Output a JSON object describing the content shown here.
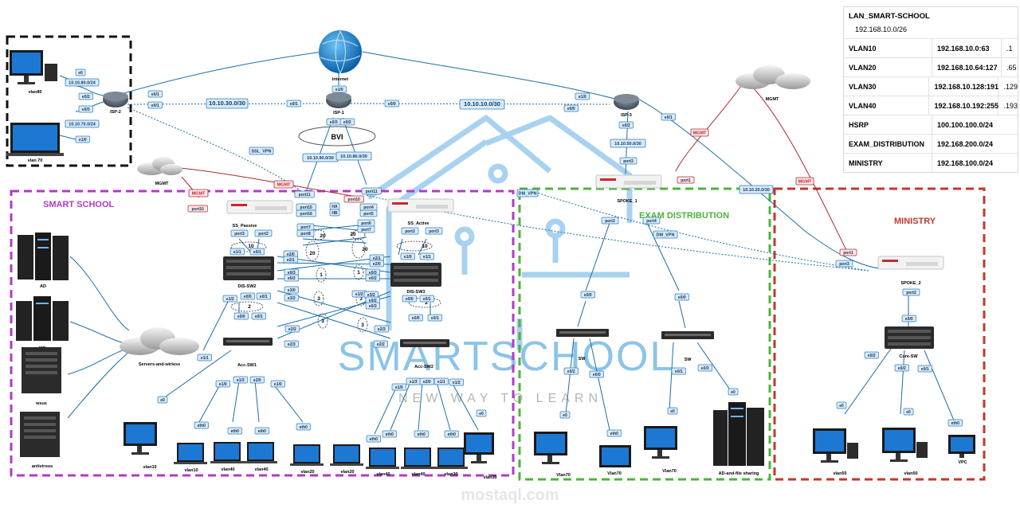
{
  "cloud_labels": {
    "internet": "Internet",
    "mgmt_left": "MGMT",
    "mgmt_right": "MGMT",
    "servers_wireless": "Servers-and-wirless"
  },
  "routers": {
    "isp1": "ISP-1",
    "isp2": "ISP-2",
    "isp3": "ISP-3"
  },
  "firewalls": {
    "spoke1": "SPOKE_1",
    "spoke2": "SPOKE_2"
  },
  "switches": {
    "ss_passive": "SS_Passive",
    "ss_active": "SS_Active",
    "dis_sw2": "DIS-SW2",
    "dis_sw3": "DIS-SW3",
    "acc_sw1": "Acc-SW1",
    "acc_sw2": "Acc-SW2",
    "sw": "SW",
    "core_sw": "Core-SW"
  },
  "links": {
    "isp2_isp1": "10.10.30.0/30",
    "isp1_isp3": "10.10.10.0/30",
    "isp3_spoke1": "10.10.50.0/30",
    "isp1_fw_a": "10.10.90.0/30",
    "isp1_fw_b": "10.10.80.0/30",
    "isp3_spoke2": "10.10.20.0/30",
    "bvi": "BVI",
    "ssl_vpn": "SSL_VPN",
    "dm_vpn_1": "DM_VPN",
    "dm_vpn_2": "DM_VPN",
    "mgmt_tag": "MGMT",
    "vlan80_net": "10.10.80.0/24",
    "vlan70_net": "10.10.70.0/24"
  },
  "zones": {
    "smart_school": "SMART SCHOOL",
    "exam": "EXAM DISTRIBUTION",
    "ministry": "MINISTRY"
  },
  "servers": {
    "ad": "AD",
    "ise": "ISE",
    "wsus": "wsus",
    "antivirus": "antivirous",
    "ad_file": "AD-and-file sharing"
  },
  "hosts": {
    "vlan80": "vlan80",
    "vlan70": "vlan 70",
    "vlan10": "vlan10",
    "vlan40": "vlan40",
    "vlan20": "vlan20",
    "vlan30": "vlan30",
    "vlan70b": "Vlan70",
    "vlan50": "vlan50",
    "vpc": "VPC"
  },
  "ports": {
    "e0": "e0",
    "e1_0": "e1/0",
    "e0_1": "e0/1",
    "e0_2": "e0/2",
    "e0_3": "e0/3",
    "e0_0": "e0/0",
    "e1_1": "e1/1",
    "e1_2": "e1/2",
    "e1_3": "e1/3",
    "e2_0": "e2/0",
    "e2_1": "e2/1",
    "e2_2": "e2/2",
    "e2_3": "e2/3",
    "e3_0": "e3/0",
    "e3_1": "e3/1",
    "e3_2": "e3/2",
    "eth0": "eth0",
    "port1": "port1",
    "port2": "port2",
    "port3": "port3",
    "port4": "port4",
    "port5": "port5",
    "port6": "port6",
    "port7": "port7",
    "port8": "port8",
    "port10": "port10",
    "port11": "port11",
    "port15": "port15",
    "port16": "port16",
    "ha": "HA",
    "hb": "HB"
  },
  "channel_nums": {
    "n10": "10",
    "n20": "20",
    "n1": "1",
    "n2": "2",
    "n3": "3"
  },
  "logo": {
    "brand": "SMARTSCHOOL",
    "tagline": "NEW WAY TO LEARN"
  },
  "watermark": {
    "site": "mostaql.com"
  },
  "ip_table": {
    "title": "LAN_SMART-SCHOOL",
    "subnet": "192.168.10.0/26",
    "rows": [
      {
        "name": "VLAN10",
        "range": "192.168.10.0:63",
        "gw": ".1"
      },
      {
        "name": "VLAN20",
        "range": "192.168.10.64:127",
        "gw": ".65"
      },
      {
        "name": "VLAN30",
        "range": "192.168.10.128:191",
        "gw": ".129"
      },
      {
        "name": "VLAN40",
        "range": "192.168.10.192:255",
        "gw": ".193"
      },
      {
        "name": "HSRP",
        "range": "100.100.100.0/24",
        "gw": ""
      },
      {
        "name": "EXAM_DISTRIBUTION",
        "range": "192.168.200.0/24",
        "gw": ""
      },
      {
        "name": "MINISTRY",
        "range": "192.168.100.0/24",
        "gw": ""
      }
    ]
  },
  "colors": {
    "link": "#1b6ea8",
    "port_fill": "#dbeaf7",
    "port_stroke": "#2a7fc0",
    "mgmt": "#b3262a",
    "zone_smart": "#b13bc4",
    "zone_exam": "#4cb43a",
    "zone_ministry": "#c0392b",
    "zone_top": "#111111",
    "watermark": "#8cc3e8",
    "dark_device": "#2b2b2b"
  }
}
